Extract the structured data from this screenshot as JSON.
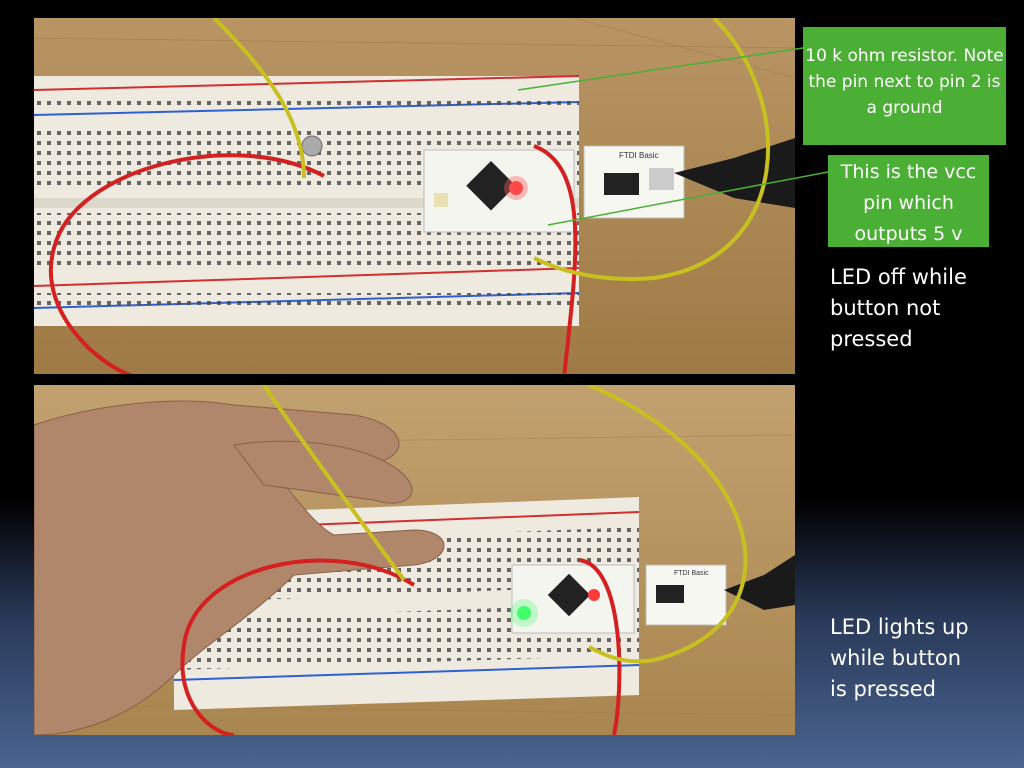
{
  "photos": {
    "top": {
      "board_label": "FTDI Basic"
    },
    "bottom": {
      "board_label": "FTDI Basic"
    }
  },
  "annotations": {
    "resistor_note": "10 k ohm resistor. Note the pin next to pin 2 is a ground",
    "vcc_note": "This is the vcc pin which outputs 5 v"
  },
  "captions": {
    "top": "LED off while\nbutton not\npressed",
    "bottom": "LED lights up\nwhile button\nis pressed"
  },
  "colors": {
    "note_background": "#4caf35",
    "pointer_line": "#4caf35",
    "wood": "#b08a55",
    "breadboard": "#eeeae0",
    "wire_red": "#d42020",
    "wire_yellow": "#c8c020"
  }
}
